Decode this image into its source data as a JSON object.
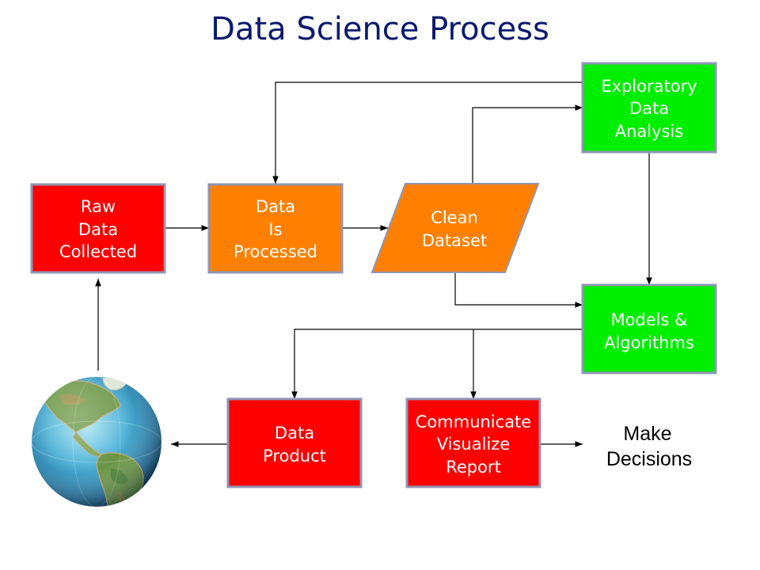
{
  "title": "Data Science Process",
  "colors": {
    "red": "#ff0000",
    "orange": "#ff8000",
    "green": "#00ee00",
    "title": "#0a1a6e",
    "border": "#8f96b4"
  },
  "nodes": {
    "raw_data": {
      "lines": [
        "Raw",
        "Data",
        "Collected"
      ]
    },
    "data_processed": {
      "lines": [
        "Data",
        "Is",
        "Processed"
      ]
    },
    "clean_dataset": {
      "lines": [
        "Clean",
        "Dataset"
      ]
    },
    "exploratory": {
      "lines": [
        "Exploratory",
        "Data",
        "Analysis"
      ]
    },
    "models": {
      "lines": [
        "Models &",
        "Algorithms"
      ]
    },
    "data_product": {
      "lines": [
        "Data",
        "Product"
      ]
    },
    "communicate": {
      "lines": [
        "Communicate",
        "Visualize",
        "Report"
      ]
    },
    "decisions": {
      "lines": [
        "Make",
        "Decisions"
      ]
    }
  },
  "globe": {
    "icon": "globe-icon"
  }
}
